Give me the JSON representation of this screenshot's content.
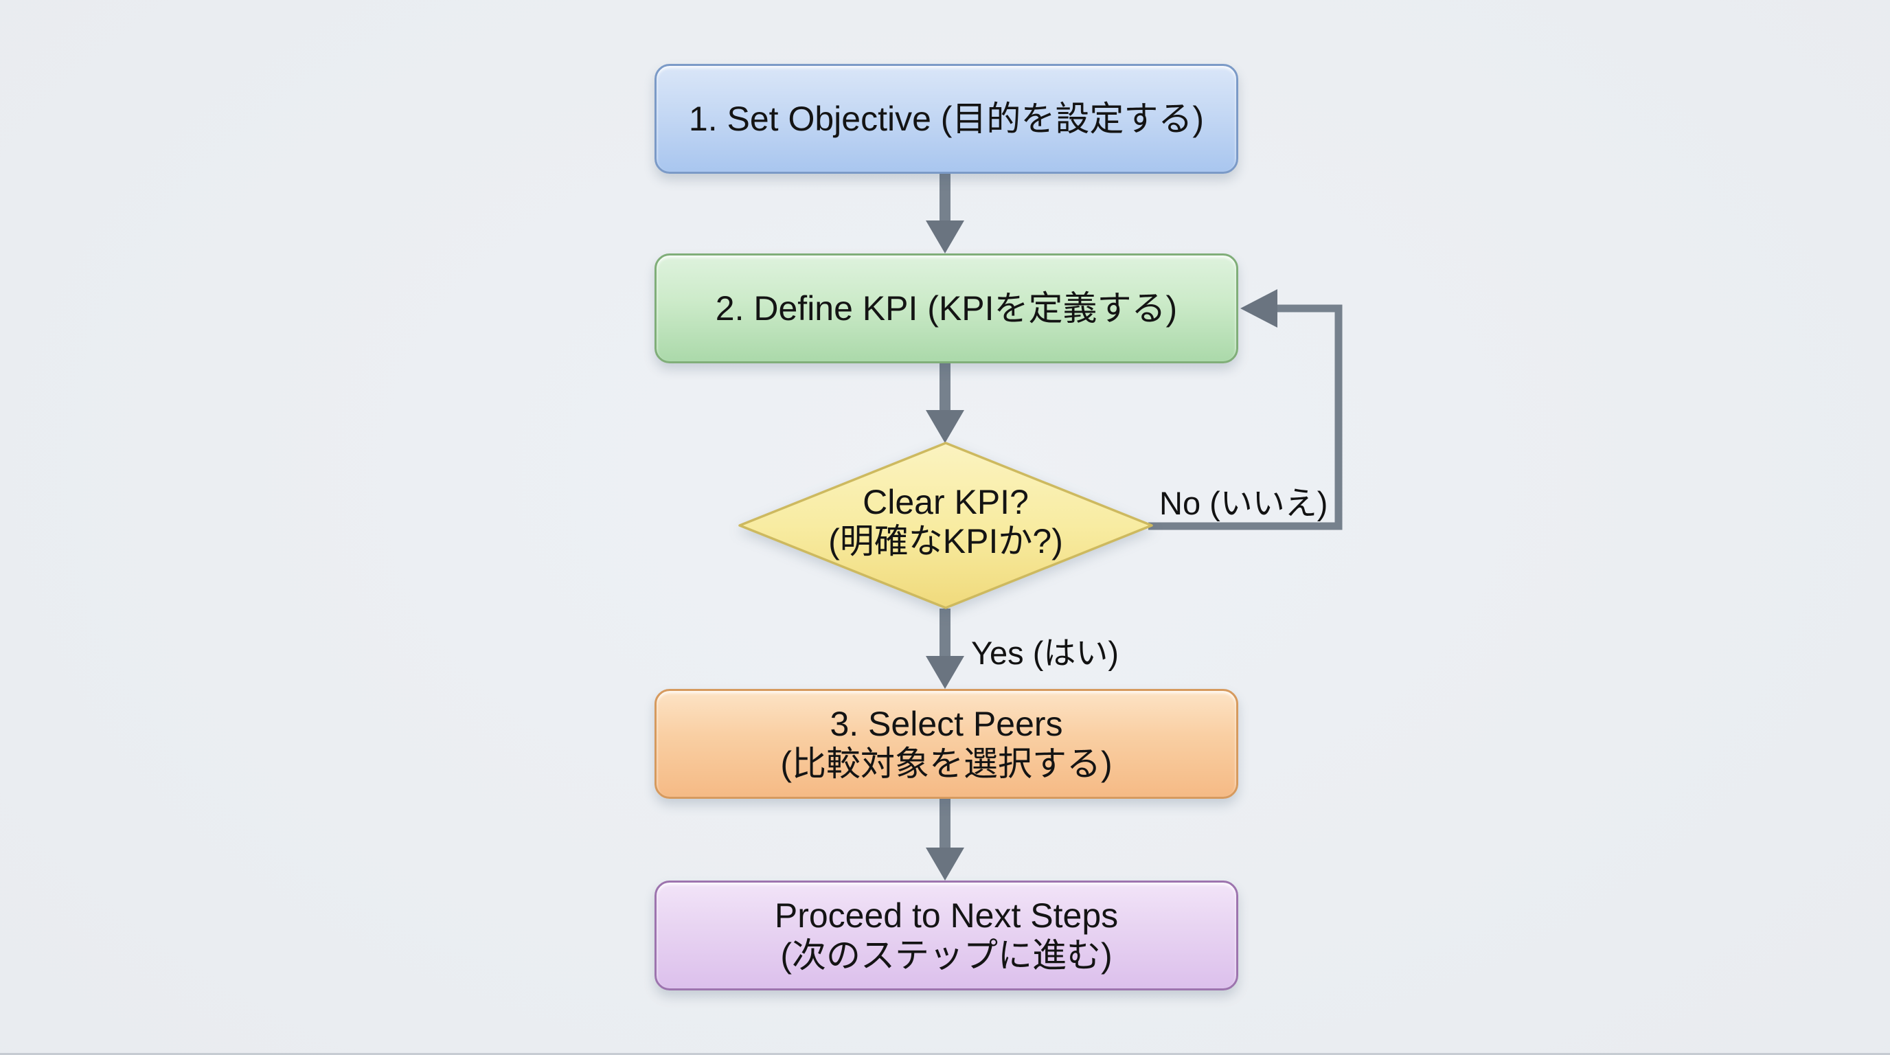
{
  "diagram": {
    "type": "flowchart",
    "nodes": {
      "step1": {
        "shape": "rounded-rect",
        "text": "1. Set Objective (目的を設定する)",
        "fill": "#b9d1f2",
        "border": "#7b9ac7"
      },
      "step2": {
        "shape": "rounded-rect",
        "text": "2. Define KPI (KPIを定義する)",
        "fill": "#c0e3bf",
        "border": "#80ae79"
      },
      "decision": {
        "shape": "diamond",
        "line1": "Clear KPI?",
        "line2": "(明確なKPIか?)",
        "fill": "#f7e9a0",
        "border": "#cdb95f"
      },
      "step3": {
        "shape": "rounded-rect",
        "line1": "3. Select Peers",
        "line2": "(比較対象を選択する)",
        "fill": "#f8cda0",
        "border": "#d69a5e"
      },
      "step4": {
        "shape": "rounded-rect",
        "line1": "Proceed to Next Steps",
        "line2": "(次のステップに進む)",
        "fill": "#e6ccf0",
        "border": "#9d74ae"
      }
    },
    "edges": {
      "step1_to_step2": {
        "from": "step1",
        "to": "step2",
        "label": ""
      },
      "step2_to_decision": {
        "from": "step2",
        "to": "decision",
        "label": ""
      },
      "decision_yes": {
        "from": "decision",
        "to": "step3",
        "label": "Yes (はい)"
      },
      "decision_no_loop": {
        "from": "decision",
        "to": "step2",
        "label": "No (いいえ)"
      },
      "step3_to_step4": {
        "from": "step3",
        "to": "step4",
        "label": ""
      },
      "arrow_color": "#6e7985"
    },
    "yes_label": "Yes (はい)",
    "no_label": "No (いいえ)"
  }
}
